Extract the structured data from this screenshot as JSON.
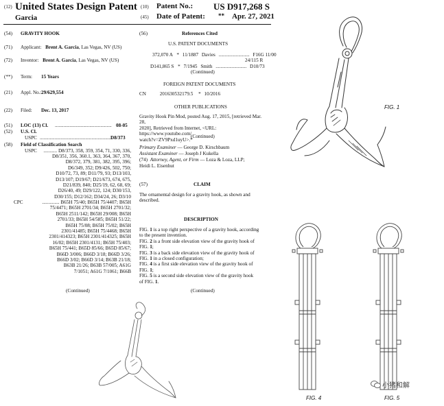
{
  "header": {
    "num_12": "(12)",
    "title": "United States Design Patent",
    "inventor_surname": "Garcia",
    "num_10": "(10)",
    "patent_no_label": "Patent No.:",
    "patent_no": "US D917,268 S",
    "num_45": "(45)",
    "date_label": "Date of Patent:",
    "date_mark": "**",
    "date": "Apr. 27, 2021"
  },
  "left": {
    "f54": {
      "num": "(54)",
      "text": "GRAVITY HOOK"
    },
    "f71": {
      "num": "(71)",
      "label": "Applicant:",
      "name": "Brent A. Garcia",
      "loc": ", Las Vegas, NV (US)"
    },
    "f72": {
      "num": "(72)",
      "label": "Inventor:",
      "name": "Brent A. Garcia",
      "loc": ", Las Vegas, NV (US)"
    },
    "fterm": {
      "num": "(**)",
      "label": "Term:",
      "value": "15 Years"
    },
    "f21": {
      "num": "(21)",
      "label": "Appl. No.:",
      "value": "29/629,554"
    },
    "f22": {
      "num": "(22)",
      "label": "Filed:",
      "value": "Dec. 13, 2017"
    },
    "f51": {
      "num": "(51)",
      "label": "LOC (13) Cl.",
      "dots": "..............................................",
      "value": "08-05"
    },
    "f52": {
      "num": "(52)",
      "label": "U.S. Cl.",
      "sub": "USPC",
      "dots": "..........................................................",
      "value": "D8/373"
    },
    "f58": {
      "num": "(58)",
      "label": "Field of Classification Search"
    },
    "uspc_label": "USPC",
    "uspc_lines": [
      "........... D8/373, 358, 359, 354, 71, 330, 336,",
      "D8/351, 356, 360.1, 363, 364, 367, 370,",
      "D8/372, 379, 381, 382, 395, 396;",
      "D6/349, 352; D9/426, 502, 750;",
      "D10/72, 73, 89; D11/79, 93; D13/103,",
      "D13/107; D19/67; D21/673, 674, 675,",
      "D21/839, 840; D25/19, 62, 68, 69;",
      "D26/40, 49; D29/122, 124; D30/153,",
      "D30/155; D12/162; D34/24, 26; D3/10"
    ],
    "cpc_label": "CPC",
    "cpc_lines": [
      ".............. B65H 75/40; B65H 75/4407; B65H",
      "75/4471; B65H 2701/34; B65H 2701/32;",
      "B65H 2511/142; B65H 29/008; B65H",
      "2701/33; B65H 54/585; B65H 51/22;",
      "B65H 75/08; B65H 75/02; B65H",
      "2301/41485; B65H 75/4468; B65H",
      "2301/414323; B65H 2301/414325; B65H",
      "16/02; B65H 2301/4131; B65H 75/403;",
      "B65H 75/441; B65D 85/66; B65D 85/67;",
      "B66D 3/006; B66D 3/18; B66D 3/26;",
      "B66D 3/02; B66D 3/14; B63B 21/18;",
      "B63B 21/26; B63B 57/005; A61G",
      "7/1051; A61G 7/1061; B66B"
    ],
    "continued": "(Continued)"
  },
  "right": {
    "f56": {
      "num": "(56)",
      "title": "References Cited"
    },
    "us_docs_title": "U.S. PATENT DOCUMENTS",
    "us_docs": [
      {
        "no": "372,070 A",
        "mark": "*",
        "date": "11/1887",
        "name": "Davies",
        "dots": ".........................",
        "cls": "F16G 11/00",
        "cls2": "24/115 R"
      },
      {
        "no": "D141,865 S",
        "mark": "*",
        "date": "7/1945",
        "name": "Smith",
        "dots": ".........................",
        "cls": "D10/73",
        "cls2": ""
      }
    ],
    "continued1": "(Continued)",
    "foreign_title": "FOREIGN PATENT DOCUMENTS",
    "foreign": {
      "cc": "CN",
      "no": "201630532179.5",
      "mark": "*",
      "date": "10/2016"
    },
    "other_title": "OTHER PUBLICATIONS",
    "other_lines": [
      "Gravity Hook Pin Mod, posted Aug. 17, 2015, [retrieved Mar. 28,",
      "2020], Retrieved from Internet, <URL: https://www.youtube.com/",
      "watch?v=ZV9Pxd1uyU>.*"
    ],
    "continued2": "(Continued)",
    "examiner_label": "Primary Examiner",
    "examiner": " — George D. Kirschbaum",
    "asst_label": "Assistant Examiner",
    "asst": " — Joseph J Kukella",
    "f74_num": "(74)",
    "attorney_label": "Attorney, Agent, or Firm",
    "attorney": " — Loza & Loza, LLP;",
    "attorney2": "Heidi L. Eisenhut",
    "f57": "(57)",
    "claim_title": "CLAIM",
    "claim_lines": [
      "The ornamental design for a gravity hook, as shown and",
      "described."
    ],
    "desc_title": "DESCRIPTION",
    "desc_lines": [
      [
        "FIG. ",
        "1",
        " is a top right perspective of a gravity hook, according"
      ],
      [
        "to the present invention.",
        "",
        ""
      ],
      [
        "FIG. ",
        "2",
        " is a front side elevation view of the gravity hook of"
      ],
      [
        "FIG. ",
        "1",
        ";"
      ],
      [
        "FIG. ",
        "3",
        " is a back side elevation view of the gravity hook of"
      ],
      [
        "FIG. ",
        "1",
        " in a closed configuration;"
      ],
      [
        "FIG. ",
        "4",
        " is a first side elevation view of the gravity hook of"
      ],
      [
        "FIG. ",
        "1",
        ";"
      ],
      [
        "FIG. ",
        "5",
        " is a second side elevation view of the gravity hook"
      ],
      [
        "of FIG. ",
        "1",
        "."
      ]
    ],
    "continued3": "(Continued)"
  },
  "figures": {
    "fig1": "FIG. 1",
    "fig4": "FIG. 4",
    "fig5": "FIG. 5"
  },
  "watermark": {
    "text": "小猪和解"
  }
}
